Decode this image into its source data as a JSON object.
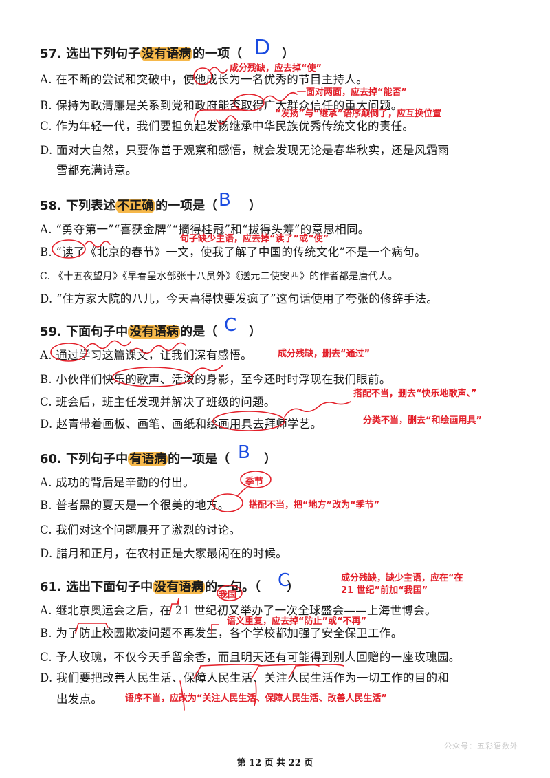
{
  "q57": {
    "title_pre": "57. 选出下列句子",
    "title_hl": "没有语病",
    "title_post": "的一项（",
    "title_end": "）",
    "answer": "D",
    "options": [
      "A. 在不断的尝试和突破中，使他成长为一名优秀的节目主持人。",
      "B. 保持为政清廉是关系到党和政府能否取得广大群众信任的重大问题。",
      "C. 作为年轻一代，我们要担负起发扬继承中华民族优秀传统文化的责任。",
      "D. 面对大自然，只要你善于观察和感悟，就会发现无论是春华秋实，还是风霜雨",
      "雪都充满诗意。"
    ],
    "notes": [
      "成分残缺，应去掉“使”",
      "一面对两面，应去掉“能否”",
      "“发扬”与“继承”语序颠倒了，应互换位置"
    ]
  },
  "q58": {
    "title_pre": "58. 下列表述",
    "title_hl": "不正确",
    "title_post": "的一项是（",
    "title_end": "）",
    "answer": "B",
    "options": [
      "A. “勇夺第一”“喜获金牌”“摘得桂冠”和“拔得头筹”的意思相同。",
      "B. “读了《北京的春节》一文，使我了解了中国的传统文化”不是一个病句。",
      "C. 《十五夜望月》《早春呈水部张十八员外》《送元二使安西》的作者都是唐代人。",
      "D. “住方家大院的八儿，今天喜得快要发疯了”这句话使用了夸张的修辞手法。"
    ],
    "notes": [
      "句子缺少主语，应去掉“读了”或“使”"
    ]
  },
  "q59": {
    "title_pre": "59. 下面句子中",
    "title_hl": "没有语病",
    "title_post": "的是（",
    "title_end": "）",
    "answer": "C",
    "options": [
      "A. 通过学习这篇课文，让我们深有感悟。",
      "B. 小伙伴们快乐的歌声、活泼的身影，至今还时时浮现在我们眼前。",
      "C. 班会后，班主任发现并解决了班级的问题。",
      "D. 赵青带着画板、画笔、画纸和绘画用具去拜师学艺。"
    ],
    "notes": [
      "成分残缺，删去“通过”",
      "搭配不当，删去“快乐地歌声、”",
      "分类不当，删去“和绘画用具”"
    ]
  },
  "q60": {
    "title_pre": "60. 下列句子中",
    "title_hl": "有语病",
    "title_post": "的一项是（",
    "title_end": "）",
    "answer": "B",
    "options": [
      "A. 成功的背后是辛勤的付出。",
      "B. 普者黑的夏天是一个很美的地方。",
      "C. 我们对这个问题展开了激烈的讨论。",
      "D. 腊月和正月，在农村正是大家最闲在的时候。"
    ],
    "notes": [
      "季节",
      "搭配不当，把“地方”改为“季节”"
    ]
  },
  "q61": {
    "title_pre": "61. 选出下面句子中",
    "title_hl": "没有语病",
    "title_post": "的一句。（",
    "title_end": "）",
    "answer": "C",
    "options": [
      "A. 继北京奥运会之后，在 21 世纪初又举办了一次全球盛会——上海世博会。",
      "B. 为了防止校园欺凌问题不再发生，各个学校都加强了安全保卫工作。",
      "C. 予人玫瑰，不仅今天手留余香，而且明天还有可能得到别人回赠的一座玫瑰园。",
      "D. 我们要把改善人民生活、保障人民生活、关注人民生活作为一切工作的目的和",
      "出发点。"
    ],
    "notes": [
      "成分残缺，缺少主语，应在“在",
      "21 世纪”前加“我国”",
      "我国",
      "语义重复，应去掉“防止”或“不再”",
      "语序不当，应改为“关注人民生活、保障人民生活、改善人民生活”"
    ]
  },
  "footer": "第 12 页 共 22 页",
  "watermark": "公众号：五彩语数外",
  "colors": {
    "highlight": "#f6b84a",
    "answer": "#1a4be0",
    "annotation": "#e3202a"
  }
}
